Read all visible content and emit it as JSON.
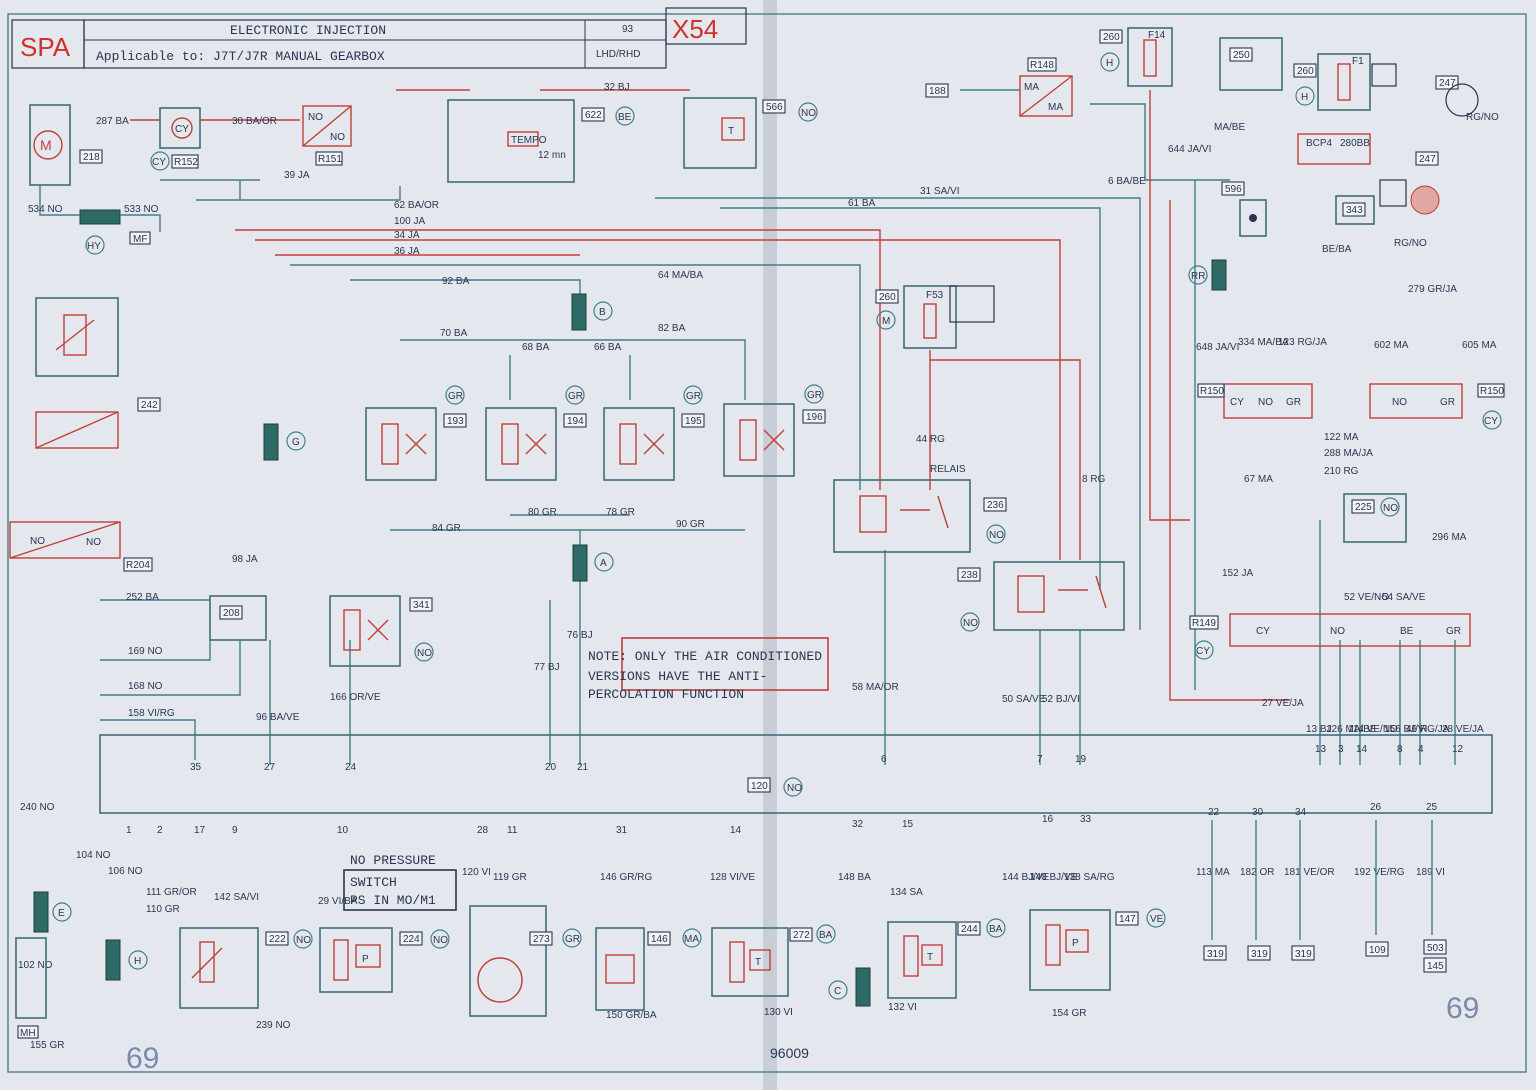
{
  "header": {
    "logo": "SPA",
    "title": "ELECTRONIC INJECTION",
    "applicable": "Applicable to: J7T/J7R MANUAL GEARBOX",
    "page": "93",
    "code": "X54",
    "drive": "LHD/RHD"
  },
  "note": {
    "line1": "NOTE: ONLY THE AIR CONDITIONED",
    "line2": "VERSIONS HAVE THE ANTI-",
    "line3": "PERCOLATION FUNCTION"
  },
  "switch_note": {
    "line1": "NO PRESSURE",
    "line2": "SWITCH",
    "line3": "PS IN MO/M1"
  },
  "relay_label": "RELAIS",
  "tempo": {
    "label": "TEMPO",
    "time": "12 mn"
  },
  "footer": {
    "doc": "96009",
    "page_left": "69",
    "page_right": "69"
  },
  "components": {
    "c218": "218",
    "c242": "242",
    "c204": "R204",
    "c152": "R152",
    "c151": "R151",
    "c622": "622",
    "c566": "566",
    "c188": "188",
    "c148": "R148",
    "c260a": "260",
    "c260b": "260",
    "c260c": "260",
    "c250": "250",
    "c247a": "247",
    "c247b": "247",
    "c343": "343",
    "c596": "596",
    "c150a": "R150",
    "c150b": "R150",
    "c193": "193",
    "c194": "194",
    "c195": "195",
    "c196": "196",
    "c236": "236",
    "c238": "238",
    "c225": "225",
    "c149": "R149",
    "c208": "208",
    "c341": "341",
    "c120": "120",
    "c222": "222",
    "c224": "224",
    "c273": "273",
    "c146": "146",
    "c272": "272",
    "c244": "244",
    "c147": "147",
    "f14": "F14",
    "f1": "F1",
    "f53": "F53",
    "bcp": "BCP4",
    "bcp2": "280BB"
  },
  "circles": {
    "cy": "CY",
    "no": "NO",
    "be": "BE",
    "gr": "GR",
    "ma": "MA",
    "ba": "BA",
    "ve": "VE",
    "h": "H",
    "m": "M",
    "hy": "HY",
    "rr": "RR",
    "mf": "MF",
    "mh": "MH"
  },
  "connectors": {
    "a": "A",
    "b": "B",
    "c": "C",
    "e": "E",
    "g": "G",
    "h": "H"
  },
  "wires": {
    "w287": "287 BA",
    "w30": "30 BA/OR",
    "w39": "39 JA",
    "w32": "32 BJ",
    "w62": "62 BA/OR",
    "w100": "100 JA",
    "w34": "34 JA",
    "w36": "36 JA",
    "w92": "92 BA",
    "w64": "64 MA/BA",
    "w70": "70 BA",
    "w68": "68 BA",
    "w66": "66 BA",
    "w82": "82 BA",
    "w61": "61 BA",
    "w31": "31 SA/VI",
    "w6": "6 BA/BE",
    "w644": "644 JA/VI",
    "w534": "534 NO",
    "w533": "533 NO",
    "w84": "84 GR",
    "w80": "80 GR",
    "w78": "78 GR",
    "w90": "90 GR",
    "w98": "98 JA",
    "w252": "252 BA",
    "w76": "76 BJ",
    "w77": "77 BJ",
    "w44": "44 RG",
    "w8": "8 RG",
    "w169": "169 NO",
    "w168": "168 NO",
    "w158": "158 VI/RG",
    "w96": "96 BA/VE",
    "w166": "166 OR/VE",
    "w58": "58 MA/OR",
    "w50": "50 SA/VE",
    "w52": "52 BJ/VI",
    "w648": "648 JA/VI",
    "w334": "334 MA/BA",
    "w123": "123 RG/JA",
    "w602": "602 MA",
    "w279": "279 GR/JA",
    "w605": "605 MA",
    "w122": "122 MA",
    "w288": "288 MA/JA",
    "w210": "210 RG",
    "w67": "67 MA",
    "w152": "152 JA",
    "w296": "296 MA",
    "w27": "27 VE/JA",
    "w240": "240 NO",
    "w104": "104 NO",
    "w106": "106 NO",
    "w111": "111 GR/OR",
    "w110": "110 GR",
    "w142": "142 SA/VI",
    "w29": "29 VI/BA",
    "w120": "120 VI",
    "w119": "119 GR",
    "w146": "146 GR/RG",
    "w128": "128 VI/VE",
    "w148": "148 BA",
    "w134": "134 SA",
    "w144": "144 BJ/VE",
    "w140": "140 BJ/VE",
    "w138": "138 SA/RG",
    "w113": "113 MA",
    "w182": "182 OR",
    "w181": "181 VE/OR",
    "w192": "192 VE/RG",
    "w189": "189 VI",
    "w102": "102 NO",
    "w155": "155 GR",
    "w239": "239 NO",
    "w150": "150 GR/BA",
    "w130": "130 VI",
    "w132": "132 VI",
    "w154": "154 GR",
    "w13": "13 BJ",
    "w126": "126 MA/BE",
    "w114": "114 VE/NO",
    "w156": "156 BJ/VI",
    "w46": "46 RG/JA",
    "w28": "28 VE/JA",
    "w52b": "52 VE/NO",
    "w54": "54 SA/VE",
    "rgno": "RG/NO",
    "bes": "BE/BA",
    "rgno2": "RG/NO",
    "mabe": "MA/BE"
  },
  "pins": [
    "35",
    "27",
    "24",
    "20",
    "21",
    "6",
    "7",
    "19",
    "13",
    "3",
    "14",
    "8",
    "4",
    "12",
    "1",
    "2",
    "17",
    "9",
    "10",
    "28",
    "11",
    "31",
    "14",
    "32",
    "15",
    "16",
    "33",
    "22",
    "30",
    "34",
    "26",
    "25"
  ],
  "targets": [
    "319",
    "319",
    "319",
    "109",
    "503",
    "145"
  ],
  "colors": {
    "teal": "#3f7f86",
    "red": "#c04038",
    "paper": "#e4e8ee",
    "ink": "#2a3550"
  }
}
